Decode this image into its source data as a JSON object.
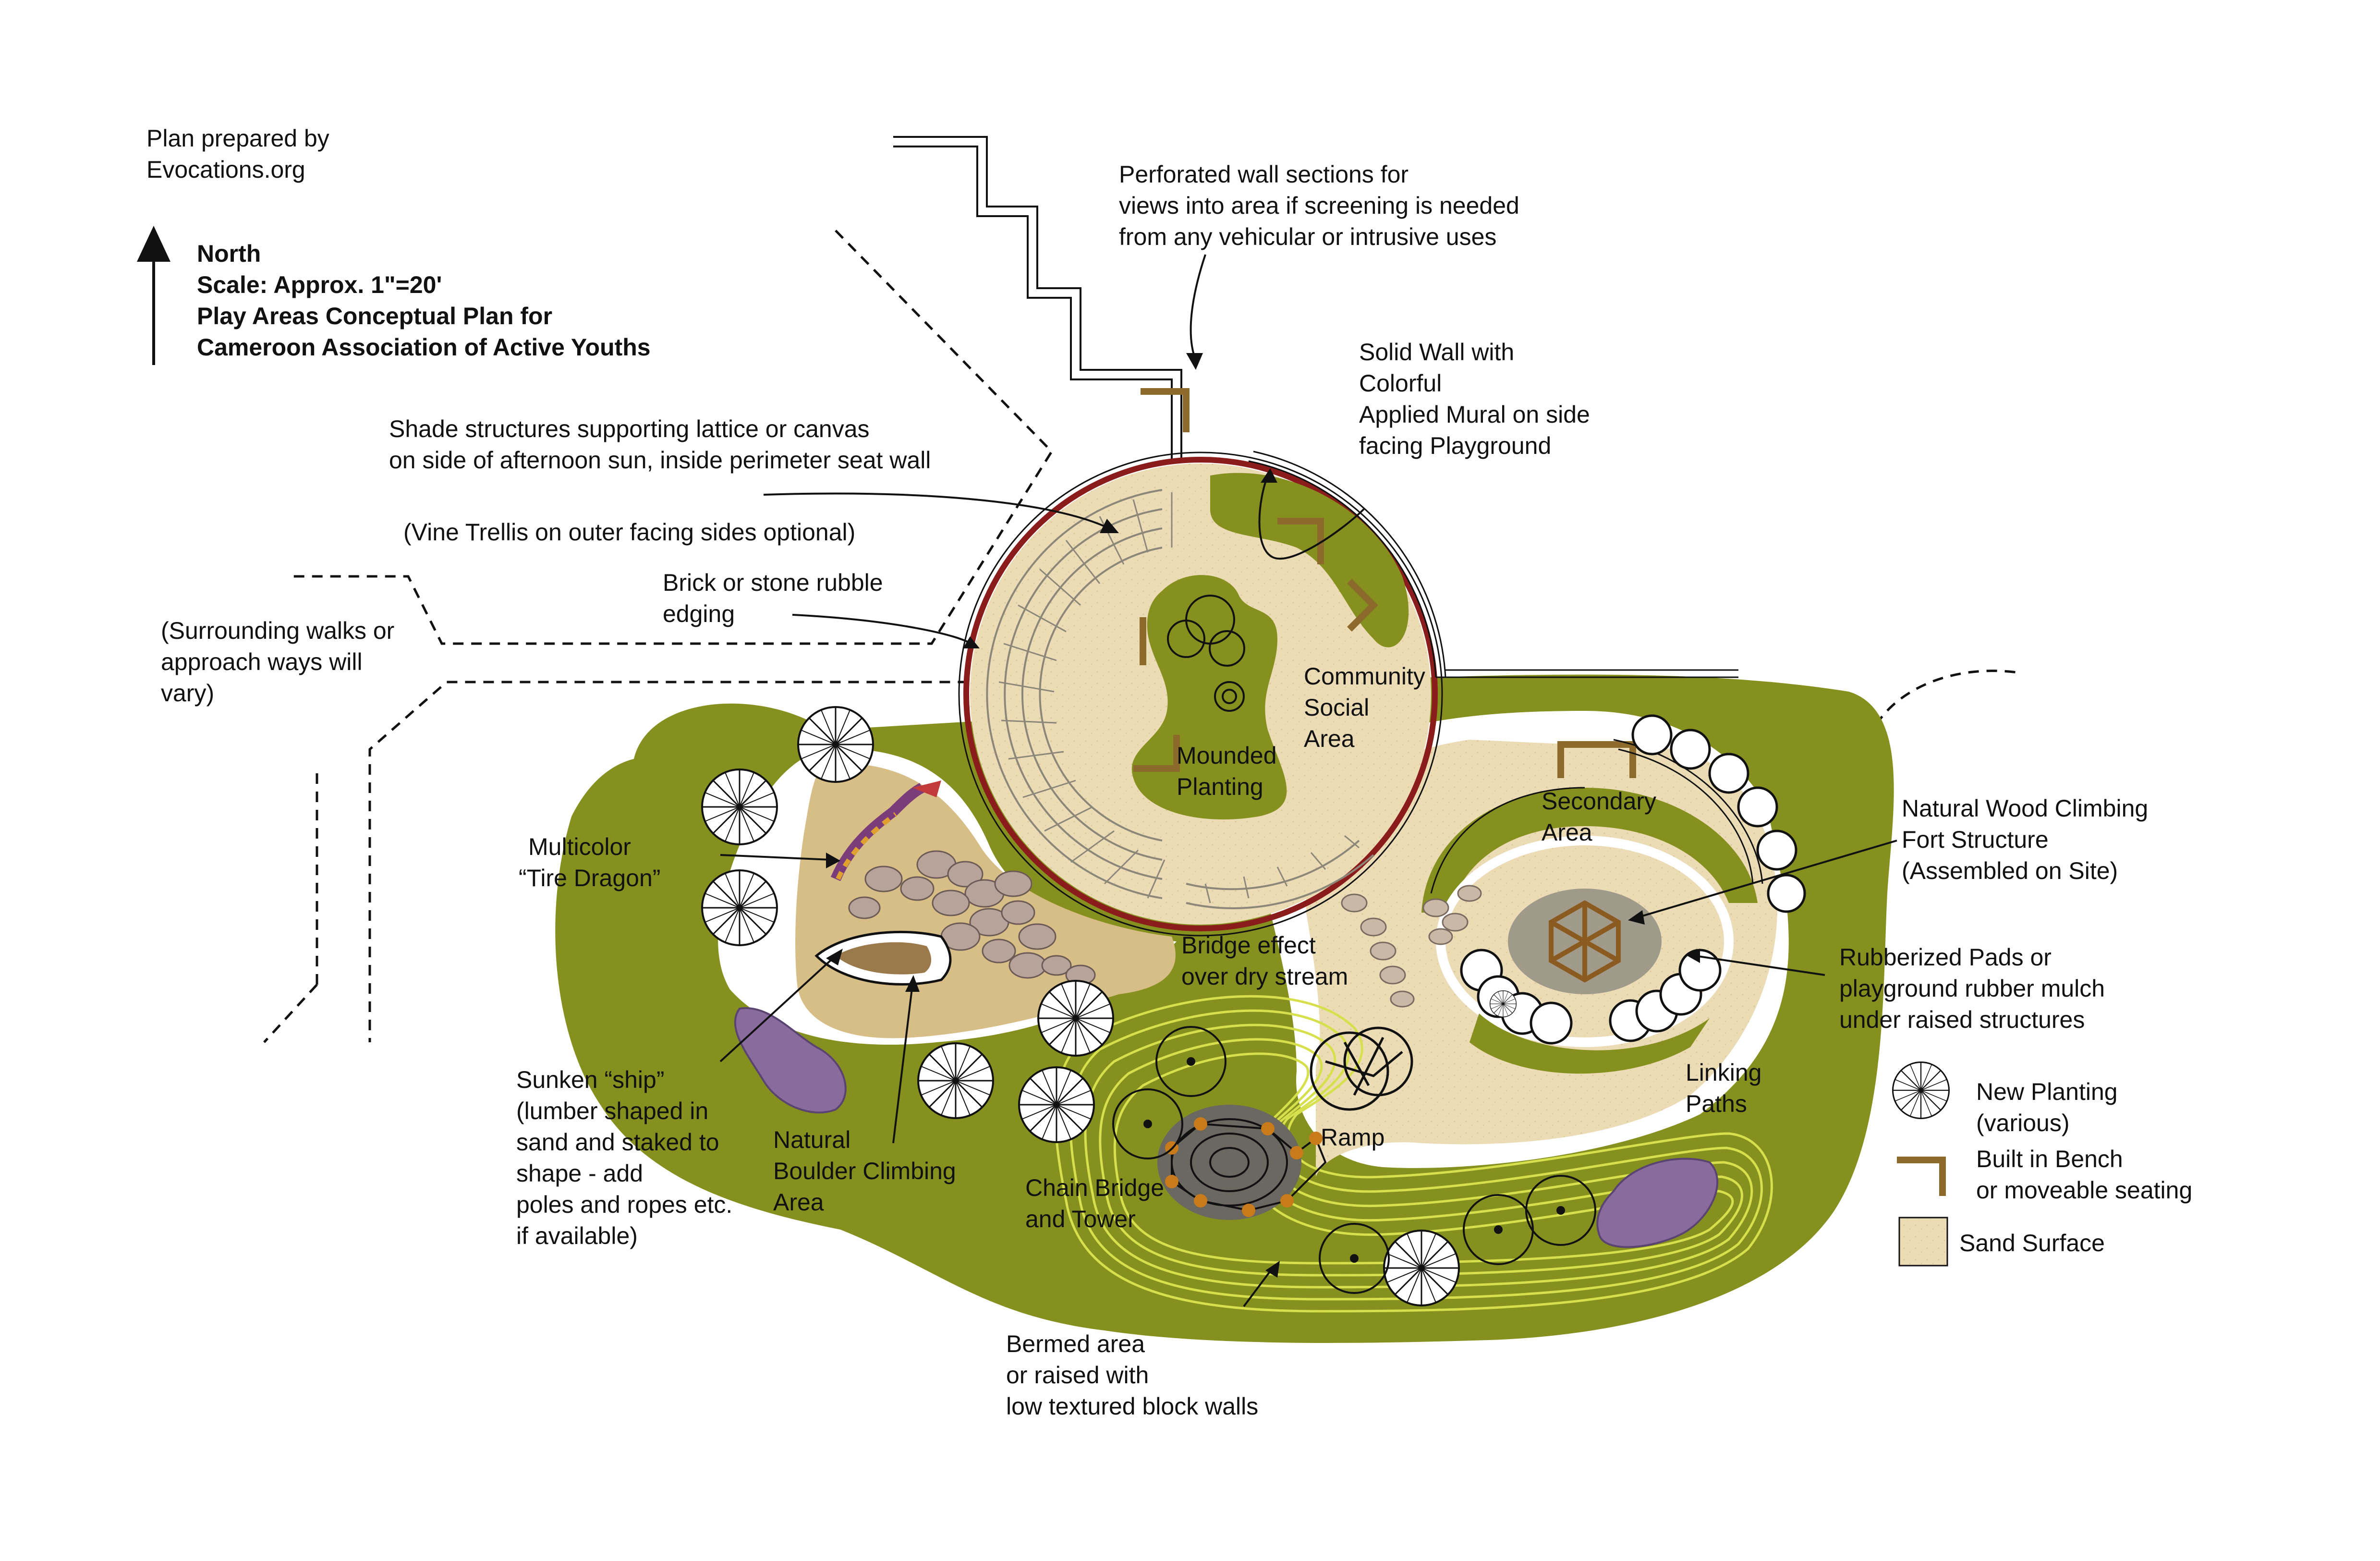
{
  "credit": [
    "Plan prepared by",
    "Evocations.org"
  ],
  "title_block": {
    "north": "North",
    "scale": "Scale: Approx. 1\"=20'",
    "title_line1": "Play Areas Conceptual Plan for",
    "title_line2": "Cameroon Association of Active Youths"
  },
  "annotations": {
    "perforated_wall": [
      "Perforated wall sections for",
      "views into area if screening is needed",
      "from any vehicular or intrusive uses"
    ],
    "solid_wall": [
      "Solid Wall with",
      "Colorful",
      "Applied Mural on side",
      "facing Playground"
    ],
    "shade_structures": [
      "Shade structures supporting lattice or canvas",
      "on side of afternoon sun, inside perimeter seat wall"
    ],
    "vine_trellis": "(Vine Trellis on outer facing sides optional)",
    "brick_edging": [
      "Brick or stone rubble",
      "edging"
    ],
    "surrounding_walks": [
      "(Surrounding walks or",
      "approach ways will",
      "vary)"
    ],
    "community_area": [
      "Community",
      "Social",
      "Area"
    ],
    "mounded_planting": [
      "Mounded",
      "Planting"
    ],
    "secondary_area": [
      "Secondary",
      "Area"
    ],
    "climbing_fort": [
      "Natural Wood Climbing",
      "Fort Structure",
      "(Assembled on Site)"
    ],
    "tire_dragon": [
      "Multicolor",
      "“Tire Dragon”"
    ],
    "bridge_effect": [
      "Bridge effect",
      "over dry stream"
    ],
    "rubberized_pads": [
      "Rubberized Pads or",
      "playground rubber mulch",
      "under raised structures"
    ],
    "linking_paths": [
      "Linking",
      "Paths"
    ],
    "ramp": "Ramp",
    "chain_bridge": [
      "Chain Bridge",
      "and Tower"
    ],
    "boulder_area": [
      "Natural",
      "Boulder Climbing",
      "Area"
    ],
    "sunken_ship": [
      "Sunken “ship”",
      "(lumber shaped in",
      "sand and staked to",
      "shape - add",
      "poles and ropes etc.",
      "if available)"
    ],
    "bermed_area": [
      "Bermed area",
      "or raised with",
      "low textured block walls"
    ]
  },
  "legend": {
    "new_planting": [
      "New Planting",
      "(various)"
    ],
    "bench": [
      "Built in Bench",
      "or moveable seating"
    ],
    "sand": "Sand Surface"
  },
  "colors": {
    "grass": "#86901f",
    "grass_dark": "#6f7a18",
    "sand": "#ecdcb6",
    "sand_dark": "#d6bf8b",
    "wall": "#8a1c1c",
    "bench": "#8b6a2b",
    "berm_line": "#d6e04c",
    "boulder": "#b8a39a",
    "lavender": "#8a6b9e"
  }
}
